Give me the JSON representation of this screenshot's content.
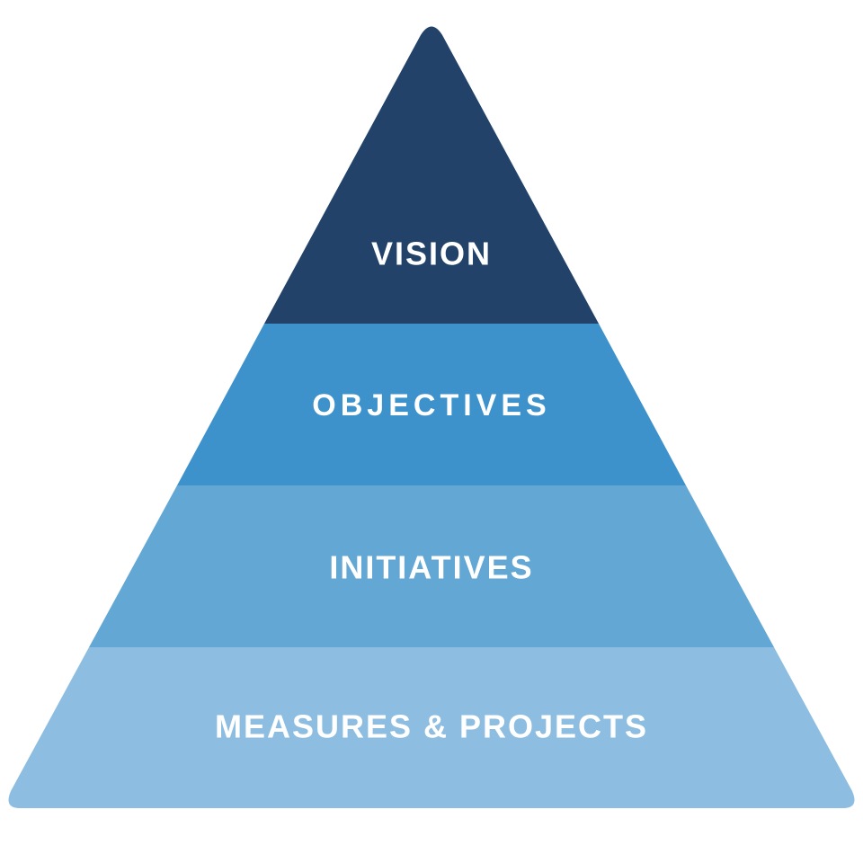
{
  "pyramid": {
    "tiers": [
      {
        "label": "VISION",
        "color": "#22426A"
      },
      {
        "label": "OBJECTIVES",
        "color": "#3D92CC"
      },
      {
        "label": "INITIATIVES",
        "color": "#63A7D5"
      },
      {
        "label": "MEASURES & PROJECTS",
        "color": "#8DBDE0"
      }
    ]
  }
}
